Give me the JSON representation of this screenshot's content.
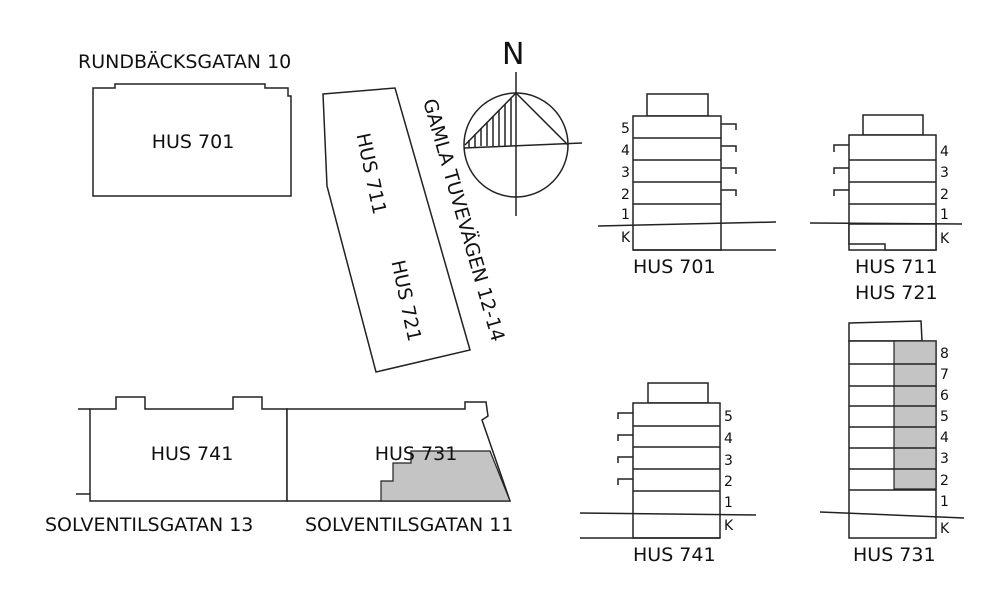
{
  "colors": {
    "line": "#222222",
    "highlight": "#c4c4c4",
    "background": "#ffffff"
  },
  "site_plan": {
    "street_labels": {
      "rundbacksgatan": "RUNDBÄCKSGATAN 10",
      "gamla_tuvevagen": "GAMLA TUVEVÄGEN 12-14",
      "solventilsgatan_13": "SOLVENTILSGATAN 13",
      "solventilsgatan_11": "SOLVENTILSGATAN 11"
    },
    "buildings": {
      "hus_701": "HUS 701",
      "hus_711": "HUS 711",
      "hus_721": "HUS 721",
      "hus_741": "HUS 741",
      "hus_731": "HUS 731"
    },
    "north_label": "N"
  },
  "sections": {
    "hus_701": {
      "title": "HUS 701",
      "floors": [
        "5",
        "4",
        "3",
        "2",
        "1",
        "K"
      ]
    },
    "hus_711_721": {
      "title_1": "HUS 711",
      "title_2": "HUS 721",
      "floors": [
        "4",
        "3",
        "2",
        "1",
        "K"
      ]
    },
    "hus_741": {
      "title": "HUS 741",
      "floors": [
        "5",
        "4",
        "3",
        "2",
        "1",
        "K"
      ]
    },
    "hus_731": {
      "title": "HUS 731",
      "floors": [
        "8",
        "7",
        "6",
        "5",
        "4",
        "3",
        "2",
        "1",
        "K"
      ]
    }
  }
}
